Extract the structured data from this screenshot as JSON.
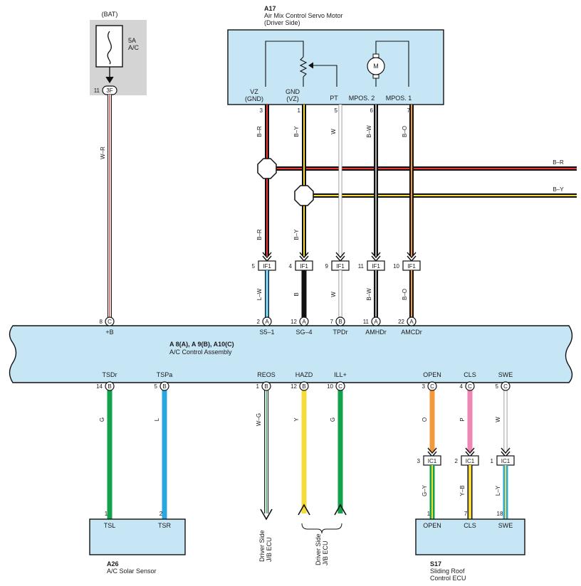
{
  "colors": {
    "box_fill": "#c6e6f5",
    "fuse_bg": "#d4d4d4",
    "wire_red": "#e5393a",
    "wire_yellow": "#f5dc3c",
    "wire_white": "#ffffff",
    "wire_black": "#111111",
    "wire_orange": "#f29a3b",
    "wire_blue": "#29a8e0",
    "wire_green": "#12a24b",
    "wire_pink": "#ee86b6"
  },
  "fuse": {
    "supply": "(BAT)",
    "rating": "5A",
    "name": "A/C",
    "pin_num": "11",
    "pin_conn": "3F",
    "wire": "W–R"
  },
  "motor": {
    "code": "A17",
    "name_line1": "Air Mix Control Servo Motor",
    "name_line2": "(Driver Side)",
    "motor_symbol": "M",
    "terminals": [
      {
        "name1": "VZ",
        "name2": "(GND)",
        "pin": "3",
        "wire_top": "B–R",
        "wire_bottom": "B–R",
        "ic": "IF1",
        "ic_pin": "5",
        "ecu_wire": "L–W",
        "ecu_pin": "2",
        "ecu_conn": "A",
        "ecu_term": "S5–1"
      },
      {
        "name1": "GND",
        "name2": "(VZ)",
        "pin": "1",
        "wire_top": "B–Y",
        "wire_bottom": "B–Y",
        "ic": "IF1",
        "ic_pin": "4",
        "ecu_wire": "B",
        "ecu_pin": "12",
        "ecu_conn": "A",
        "ecu_term": "SG–4"
      },
      {
        "name1": "PT",
        "name2": "",
        "pin": "5",
        "wire_top": "W",
        "wire_bottom": "",
        "ic": "IF1",
        "ic_pin": "9",
        "ecu_wire": "W",
        "ecu_pin": "7",
        "ecu_conn": "B",
        "ecu_term": "TPDr"
      },
      {
        "name1": "MPOS. 2",
        "name2": "",
        "pin": "6",
        "wire_top": "B–W",
        "wire_bottom": "",
        "ic": "IF1",
        "ic_pin": "11",
        "ecu_wire": "B–W",
        "ecu_pin": "11",
        "ecu_conn": "A",
        "ecu_term": "AMHDr"
      },
      {
        "name1": "MPOS. 1",
        "name2": "",
        "pin": "7",
        "wire_top": "B–O",
        "wire_bottom": "",
        "ic": "IF1",
        "ic_pin": "10",
        "ecu_wire": "B–O",
        "ecu_pin": "22",
        "ecu_conn": "A",
        "ecu_term": "AMCDr"
      }
    ]
  },
  "branches": {
    "br": "B–R",
    "by": "B–Y"
  },
  "ecu": {
    "code": "A 8(A), A 9(B), A10(C)",
    "name": "A/C Control Assembly",
    "plus_b": {
      "pin": "8",
      "conn": "C",
      "term": "+B"
    },
    "bottom_terms": [
      {
        "term": "TSDr",
        "pin": "14",
        "conn": "B",
        "wire": "G"
      },
      {
        "term": "TSPa",
        "pin": "5",
        "conn": "B",
        "wire": "L"
      },
      {
        "term": "REOS",
        "pin": "1",
        "conn": "B",
        "wire": "W–G"
      },
      {
        "term": "HAZD",
        "pin": "12",
        "conn": "B",
        "wire": "Y"
      },
      {
        "term": "ILL+",
        "pin": "10",
        "conn": "C",
        "wire": "G"
      },
      {
        "term": "OPEN",
        "pin": "3",
        "conn": "C",
        "wire": "O"
      },
      {
        "term": "CLS",
        "pin": "4",
        "conn": "C",
        "wire": "P"
      },
      {
        "term": "SWE",
        "pin": "5",
        "conn": "C",
        "wire": "W"
      }
    ]
  },
  "solar": {
    "code": "A26",
    "name": "A/C Solar Sensor",
    "terms": [
      {
        "term": "TSL",
        "pin": "1"
      },
      {
        "term": "TSR",
        "pin": "2"
      }
    ]
  },
  "jb": {
    "line1": "Driver Side",
    "line2": "J/B ECU"
  },
  "roof": {
    "code": "S17",
    "name_line1": "Sliding Roof",
    "name_line2": "Control ECU",
    "ic": "IC1",
    "terms": [
      {
        "term": "OPEN",
        "ic_pin": "3",
        "wire": "G–Y",
        "pin": "1"
      },
      {
        "term": "CLS",
        "ic_pin": "2",
        "wire": "Y–B",
        "pin": "7"
      },
      {
        "term": "SWE",
        "ic_pin": "1",
        "wire": "L–Y",
        "pin": "18"
      }
    ]
  }
}
